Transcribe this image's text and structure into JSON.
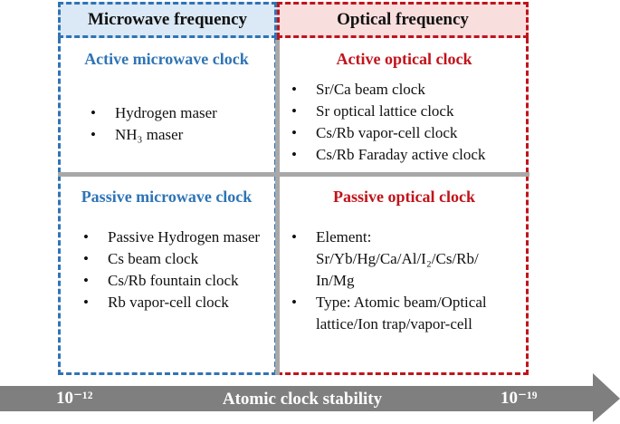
{
  "headers": {
    "microwave": "Microwave frequency",
    "optical": "Optical frequency"
  },
  "quadrants": {
    "active_microwave": {
      "title": "Active microwave clock",
      "items": [
        "Hydrogen maser",
        "NH₃ maser"
      ]
    },
    "active_optical": {
      "title": "Active optical clock",
      "items": [
        "Sr/Ca beam clock",
        "Sr optical lattice clock",
        "Cs/Rb vapor-cell clock",
        "Cs/Rb Faraday active clock"
      ]
    },
    "passive_microwave": {
      "title": "Passive microwave clock",
      "items": [
        "Passive Hydrogen maser",
        "Cs beam clock",
        "Cs/Rb fountain clock",
        "Rb vapor-cell clock"
      ]
    },
    "passive_optical": {
      "title": "Passive optical clock",
      "items": [
        "Element: Sr/Yb/Hg/Ca/Al/I₂/Cs/Rb/ In/Mg",
        "Type: Atomic beam/Optical lattice/Ion trap/vapor-cell"
      ]
    }
  },
  "axis": {
    "label": "Atomic clock stability",
    "left_value": "10⁻¹²",
    "right_value": "10⁻¹⁹"
  },
  "colors": {
    "microwave": "#2f74b5",
    "optical": "#c0141b",
    "microwave_fill": "#dbe8f5",
    "optical_fill": "#f9dede",
    "divider": "#a8a8a8",
    "arrow": "#7f7f7f"
  }
}
